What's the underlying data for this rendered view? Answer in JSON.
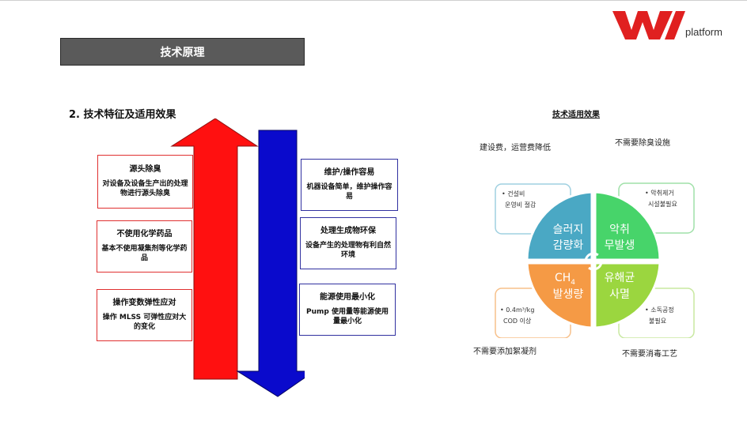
{
  "logo": {
    "text": "platform",
    "colors": {
      "brand_red": "#e02020"
    }
  },
  "header": {
    "title": "技术原理"
  },
  "section": {
    "heading": "2. 技术特征及适用效果"
  },
  "features_left": [
    {
      "title": "源头除臭",
      "desc": "对设备及设备生产出的处理物进行源头除臭"
    },
    {
      "title": "不使用化学药品",
      "desc": "基本不使用凝集剂等化学药品"
    },
    {
      "title": "操作变数弹性应对",
      "desc": "操作 MLSS 可弹性应对大的变化"
    }
  ],
  "features_right": [
    {
      "title": "维护/操作容易",
      "desc": "机器设备简单，维护操作容易"
    },
    {
      "title": "处理生成物环保",
      "desc": "设备产生的处理物有利自然环境"
    },
    {
      "title": "能源使用最小化",
      "desc": "Pump 使用量等能源使用量最小化"
    }
  ],
  "effects": {
    "title": "技术适用效果",
    "notes": {
      "top_left": "建设费，运营费降低",
      "top_right": "不需要除臭设施",
      "bottom_left": "不需要添加絮凝剂",
      "bottom_right": "不需要消毒工艺"
    },
    "quadrants": {
      "tl": {
        "line1": "슬러지",
        "line2": "감량화",
        "color": "#4aa8c4"
      },
      "tr": {
        "line1": "악취",
        "line2": "무발생",
        "color": "#47d46a"
      },
      "bl": {
        "line1": "CH",
        "sub": "4",
        "line2": "발생량",
        "color": "#f59a45"
      },
      "br": {
        "line1": "유해균",
        "line2": "사멸",
        "color": "#9bd63f"
      }
    },
    "callouts": {
      "tl": {
        "line1": "• 건설비",
        "line2": "운영비 절감"
      },
      "tr": {
        "line1": "• 악취제거",
        "line2": "시설불필요"
      },
      "bl": {
        "line1": "• 0.4m³/kg",
        "line2": "COD 이상"
      },
      "br": {
        "line1": "• 소독공정",
        "line2": "불필요"
      }
    }
  }
}
